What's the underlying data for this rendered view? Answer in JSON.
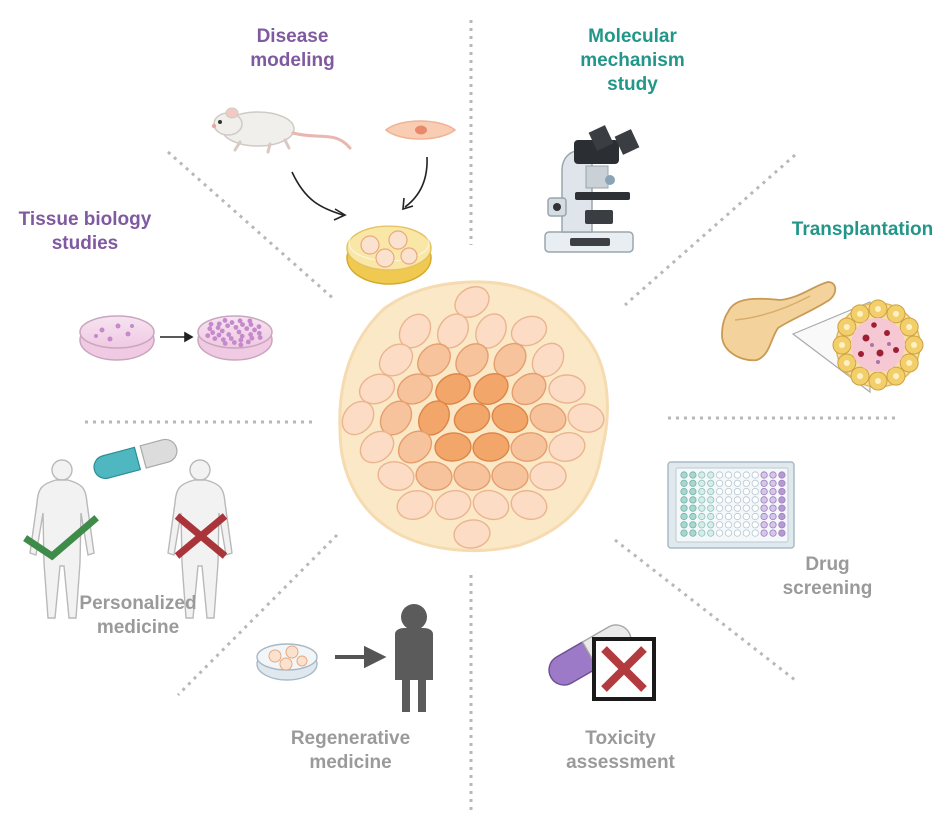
{
  "colors": {
    "purple": "#7f5aa0",
    "teal": "#23968a",
    "gray": "#9a9a9a",
    "divider": "#b5b5b5",
    "organoid_outer": "#fbe6c3",
    "cell_light": "#fbd8c0",
    "cell_mid": "#f6c09a",
    "cell_dark": "#f19a5a"
  },
  "labels": {
    "disease_modeling": [
      "Disease",
      "modeling"
    ],
    "molecular_mechanism": [
      "Molecular",
      "mechanism",
      "study"
    ],
    "transplantation": [
      "Transplantation"
    ],
    "tissue_biology": [
      "Tissue biology",
      "studies"
    ],
    "drug_screening": [
      "Drug",
      "screening"
    ],
    "personalized_medicine": [
      "Personalized",
      "medicine"
    ],
    "regenerative_medicine": [
      "Regenerative",
      "medicine"
    ],
    "toxicity_assessment": [
      "Toxicity",
      "assessment"
    ]
  },
  "icons": {
    "center": "organoid-cell-cluster-icon",
    "disease_modeling": [
      "mouse-icon",
      "cell-icon",
      "petri-dish-with-organoids-icon"
    ],
    "molecular_mechanism": [
      "microscope-icon"
    ],
    "transplantation": [
      "pancreas-icon",
      "islet-organoid-icon"
    ],
    "tissue_biology": [
      "petri-dish-sparse-icon",
      "arrow-right-icon",
      "petri-dish-dense-icon"
    ],
    "drug_screening": [
      "well-plate-icon"
    ],
    "personalized_medicine": [
      "capsule-icon",
      "human-body-icon",
      "check-mark-icon",
      "cross-mark-icon"
    ],
    "regenerative_medicine": [
      "petri-dish-with-organoids-icon",
      "arrow-right-icon",
      "person-silhouette-icon"
    ],
    "toxicity_assessment": [
      "pill-icon",
      "cross-box-icon"
    ]
  }
}
